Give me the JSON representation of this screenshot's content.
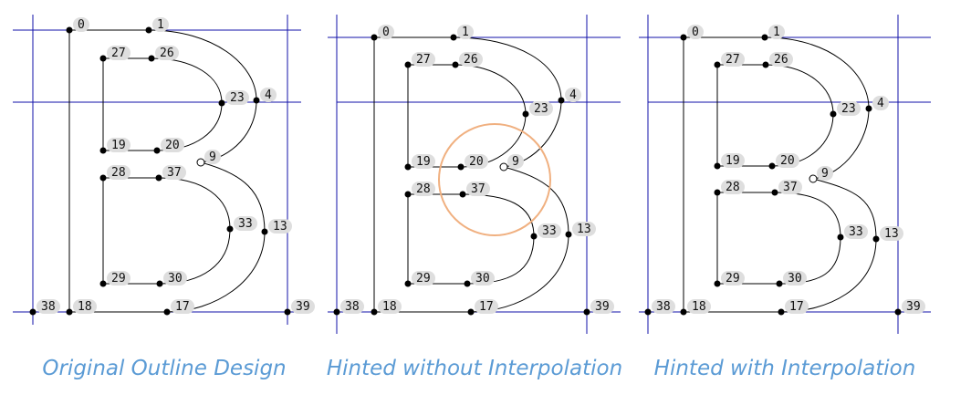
{
  "colors": {
    "guide_line": "#1010a8",
    "outline": "#000000",
    "label_chip": "#dedede",
    "caption": "#5b9bd5",
    "highlight_circle": "#f0b080"
  },
  "panels": [
    {
      "caption": "Original Outline Design",
      "labels": {
        "p0": "0",
        "p1": "1",
        "p4": "4",
        "p9": "9",
        "p13": "13",
        "p17": "17",
        "p18": "18",
        "p19": "19",
        "p20": "20",
        "p23": "23",
        "p26": "26",
        "p27": "27",
        "p28": "28",
        "p29": "29",
        "p30": "30",
        "p33": "33",
        "p37": "37",
        "p38": "38",
        "p39": "39"
      }
    },
    {
      "caption": "Hinted without Interpolation",
      "labels": {
        "p0": "0",
        "p1": "1",
        "p4": "4",
        "p9": "9",
        "p13": "13",
        "p17": "17",
        "p18": "18",
        "p19": "19",
        "p20": "20",
        "p23": "23",
        "p26": "26",
        "p27": "27",
        "p28": "28",
        "p29": "29",
        "p30": "30",
        "p33": "33",
        "p37": "37",
        "p38": "38",
        "p39": "39"
      }
    },
    {
      "caption": "Hinted with Interpolation",
      "labels": {
        "p0": "0",
        "p1": "1",
        "p4": "4",
        "p9": "9",
        "p13": "13",
        "p17": "17",
        "p18": "18",
        "p19": "19",
        "p20": "20",
        "p23": "23",
        "p26": "26",
        "p27": "27",
        "p28": "28",
        "p29": "29",
        "p30": "30",
        "p33": "33",
        "p37": "37",
        "p38": "38",
        "p39": "39"
      }
    }
  ]
}
